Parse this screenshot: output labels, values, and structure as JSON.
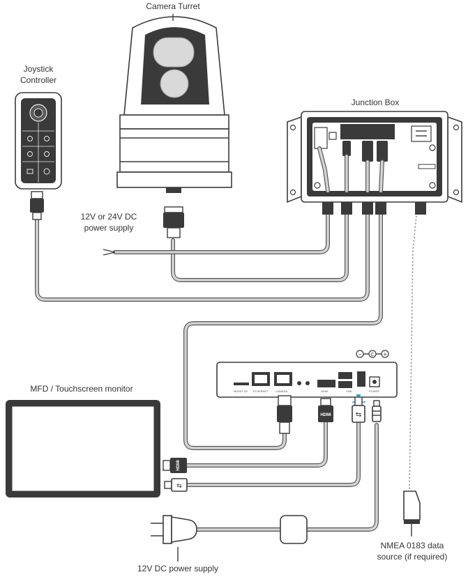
{
  "labels": {
    "camera_turret": "Camera Turret",
    "joystick_line1": "Joystick",
    "joystick_line2": "Controller",
    "junction_box": "Junction Box",
    "power_supply_line1": "12V or 24V DC",
    "power_supply_line2": "power supply",
    "mfd": "MFD / Touchscreen monitor",
    "nmea_line1": "NMEA 0183 data",
    "nmea_line2": "source (if required)",
    "dc_supply": "12V DC power supply"
  },
  "adapter_ports": {
    "micro_sd": "MICRO SD",
    "ethernet": "ETHERNET",
    "camera": "CAMERA",
    "hdmi": "HDMI",
    "usb": "USB",
    "power": "POWER"
  },
  "connector_text": {
    "hdmi_plug": "HDMI",
    "hdmi_plug_mfd": "HDMI"
  },
  "polarity_symbols": {
    "minus": "−",
    "center": "C",
    "plus": "+"
  },
  "icons": [
    "camera-turret-icon",
    "joystick-controller-icon",
    "junction-box-icon",
    "video-adapter-icon",
    "mfd-monitor-icon",
    "wall-plug-icon",
    "power-brick-icon",
    "nmea-connector-icon",
    "usb-symbol-icon"
  ],
  "colors": {
    "line": "#3a3a3a",
    "cable_outline": "#555555",
    "cable_fill": "#d3d3d3",
    "dark_panel": "#3a3a3a",
    "lens": "#d9d9d9"
  }
}
